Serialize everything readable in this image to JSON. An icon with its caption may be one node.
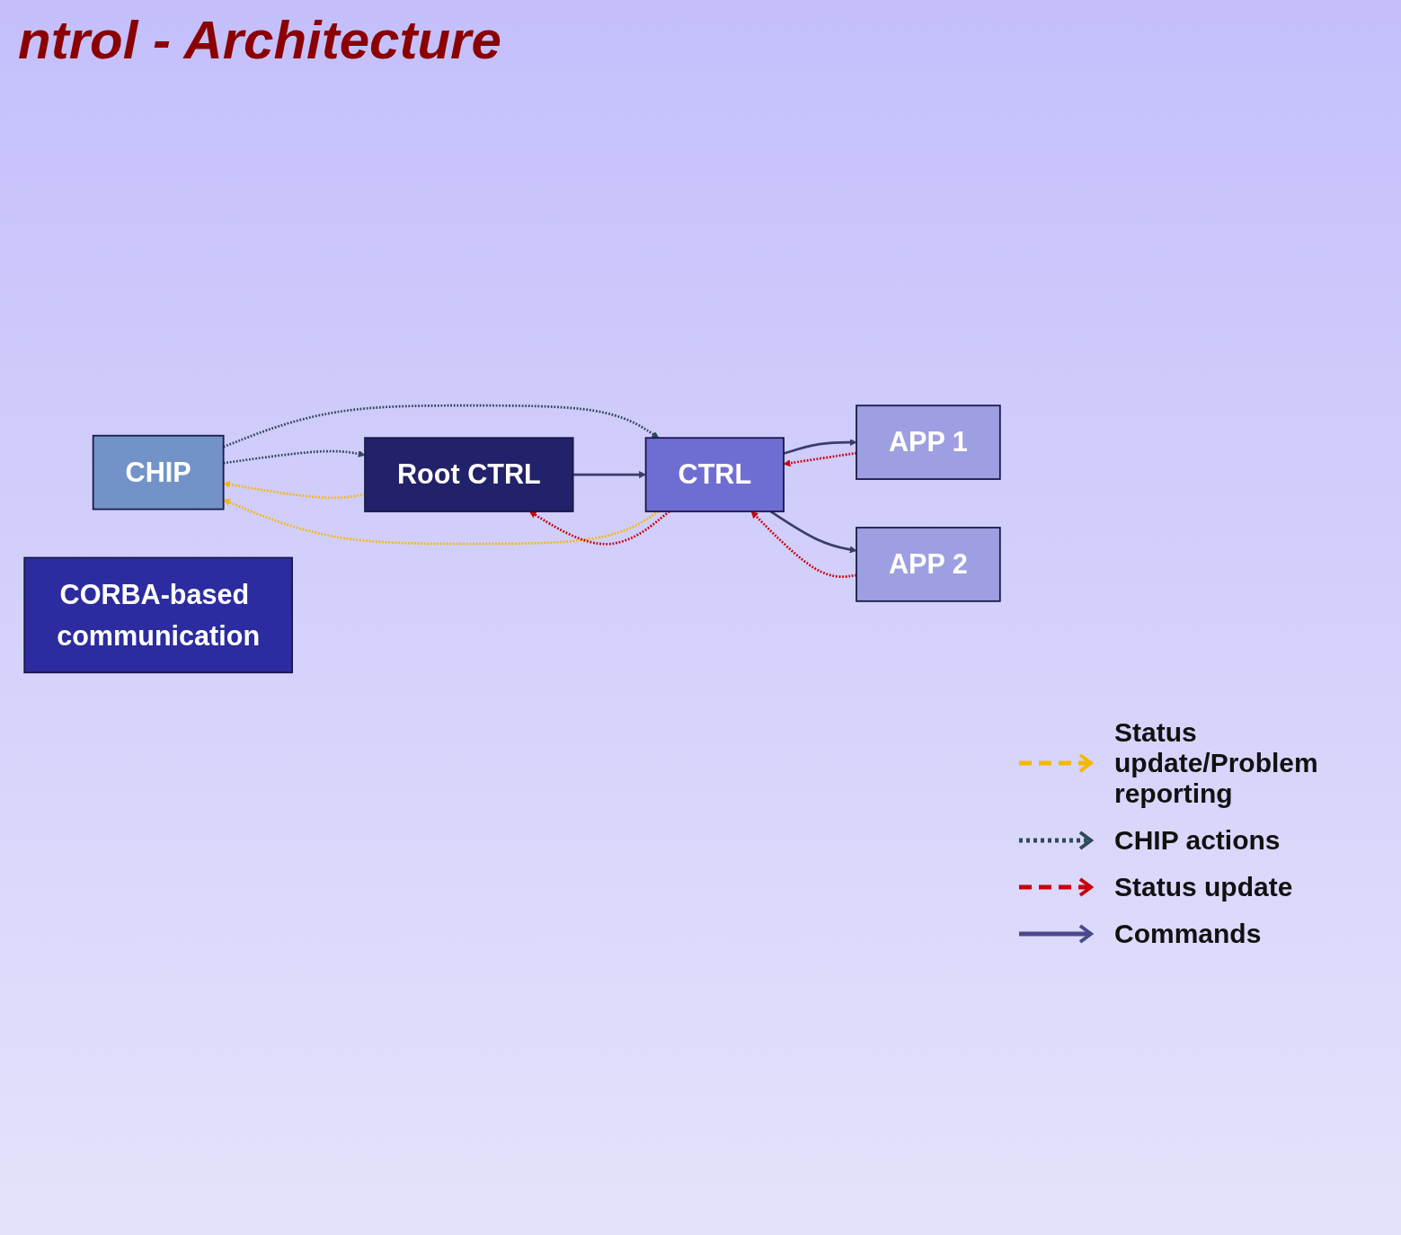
{
  "diagram": {
    "title": "ntrol - Architecture",
    "nodes": [
      {
        "text": [
          "CHIP"
        ]
      },
      {
        "text": [
          "Root CTRL"
        ]
      },
      {
        "text": [
          "CTRL"
        ]
      },
      {
        "text": [
          "APP 1"
        ]
      },
      {
        "text": [
          "APP 2"
        ]
      },
      {
        "text": [
          "CORBA-based communication"
        ]
      }
    ],
    "edges": [
      {
        "from": 0,
        "to": 1,
        "arrow": "to",
        "style": "dashed",
        "color": "#2e4a5a"
      },
      {
        "from": 0,
        "to": 2,
        "arrow": "to",
        "style": "dashed",
        "color": "#2e4a5a"
      },
      {
        "from": 1,
        "to": 2,
        "arrow": "to",
        "color": "#3c3c6a"
      },
      {
        "from": 2,
        "to": 3,
        "arrow": "to",
        "color": "#3c3c6a"
      },
      {
        "from": 2,
        "to": 4,
        "arrow": "to",
        "color": "#3c3c6a"
      },
      {
        "from": 1,
        "to": 0,
        "arrow": "to",
        "style": "dashed",
        "color": "#f5b800"
      },
      {
        "from": 2,
        "to": 0,
        "arrow": "to",
        "style": "dashed",
        "color": "#f5b800"
      },
      {
        "from": 2,
        "to": 1,
        "arrow": "to",
        "style": "dashed",
        "color": "#c8000a"
      },
      {
        "from": 3,
        "to": 2,
        "arrow": "to",
        "style": "dashed",
        "color": "#c8000a"
      },
      {
        "from": 4,
        "to": 2,
        "arrow": "to",
        "style": "dashed",
        "color": "#c8000a"
      }
    ],
    "legend": [
      {
        "text": "Status update/Problem reporting"
      },
      {
        "text": "CHIP actions"
      },
      {
        "text": "Status update"
      },
      {
        "text": "Commands"
      }
    ]
  }
}
